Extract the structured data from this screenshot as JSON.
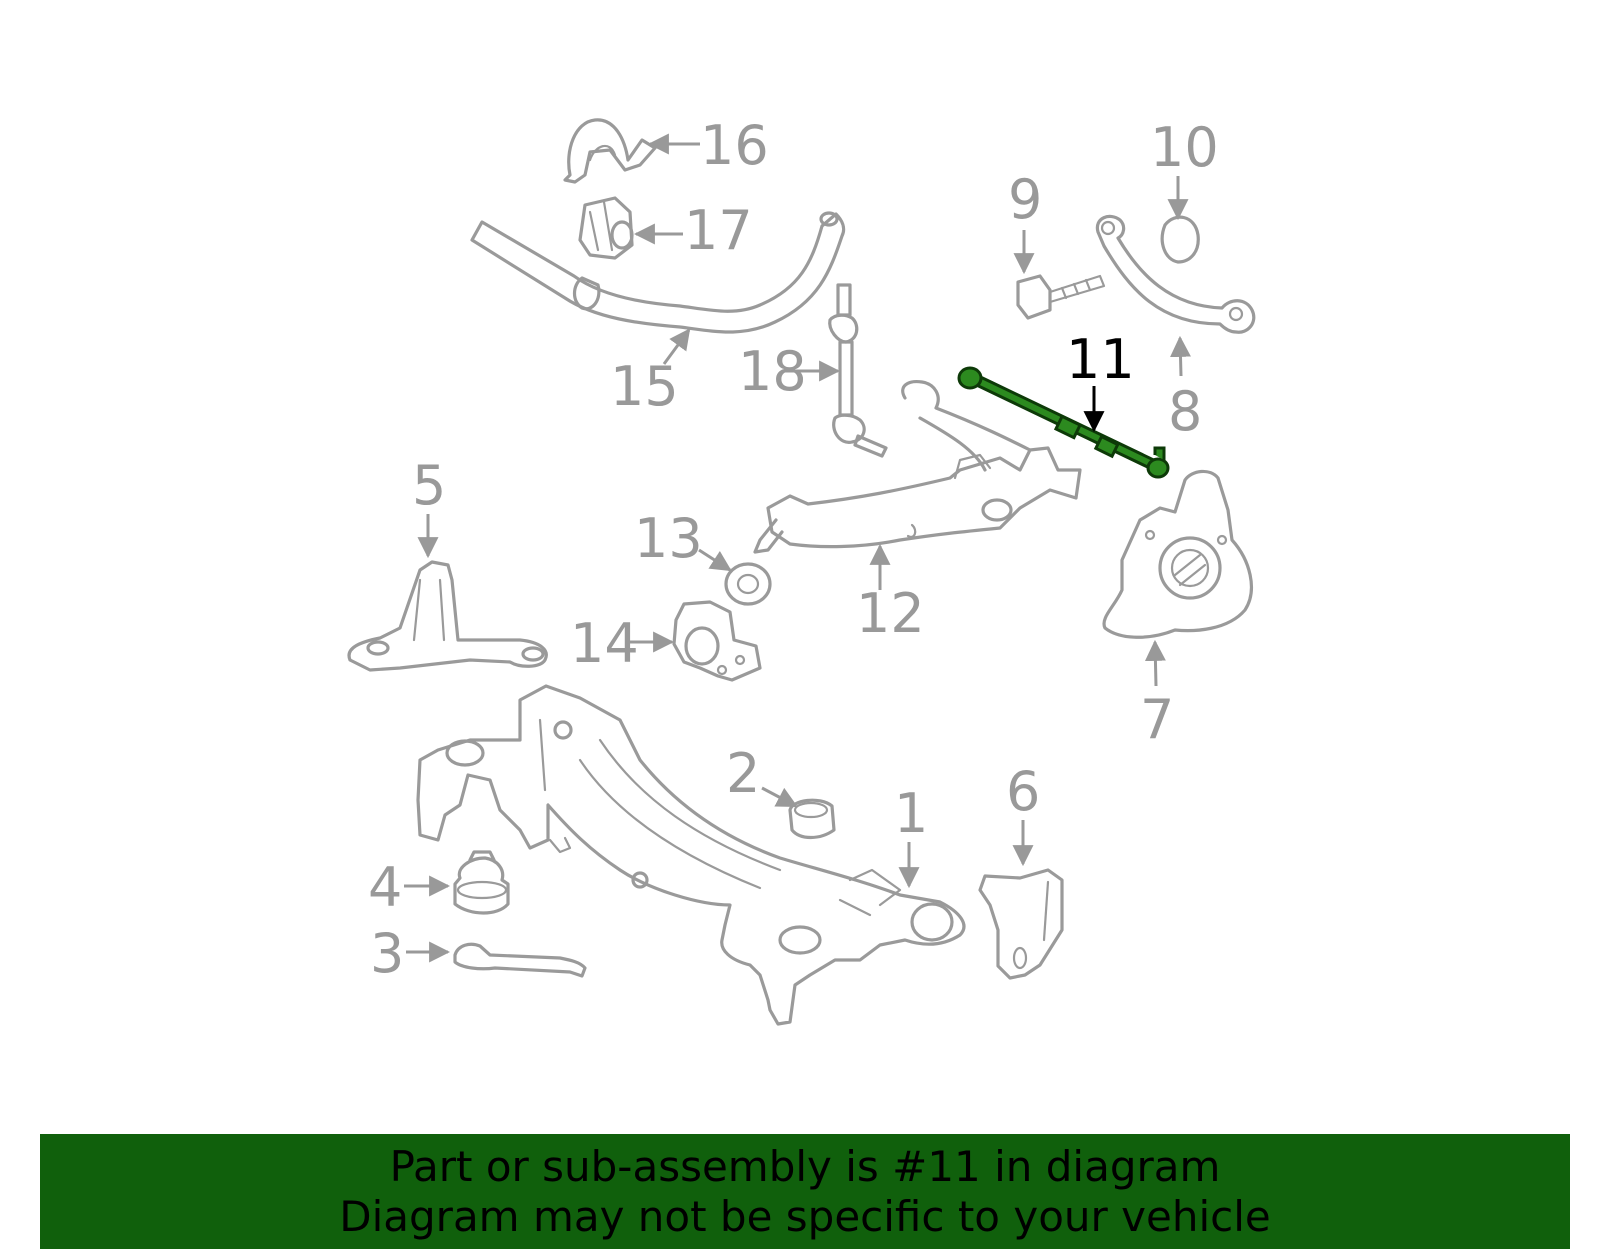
{
  "banner": {
    "line1": "Part or sub-assembly is #11 in diagram",
    "line2": "Diagram may not be specific to your vehicle"
  },
  "colors": {
    "part_stroke": "#9a9a9a",
    "callout_text": "#999999",
    "highlight_part": "#1f6e14",
    "highlight_text": "#000000",
    "banner_bg": "#10600c"
  },
  "callouts": {
    "c1": "1",
    "c2": "2",
    "c3": "3",
    "c4": "4",
    "c5": "5",
    "c6": "6",
    "c7": "7",
    "c8": "8",
    "c9": "9",
    "c10": "10",
    "c11": "11",
    "c12": "12",
    "c13": "13",
    "c14": "14",
    "c15": "15",
    "c16": "16",
    "c17": "17",
    "c18": "18"
  },
  "highlighted_part": "11"
}
